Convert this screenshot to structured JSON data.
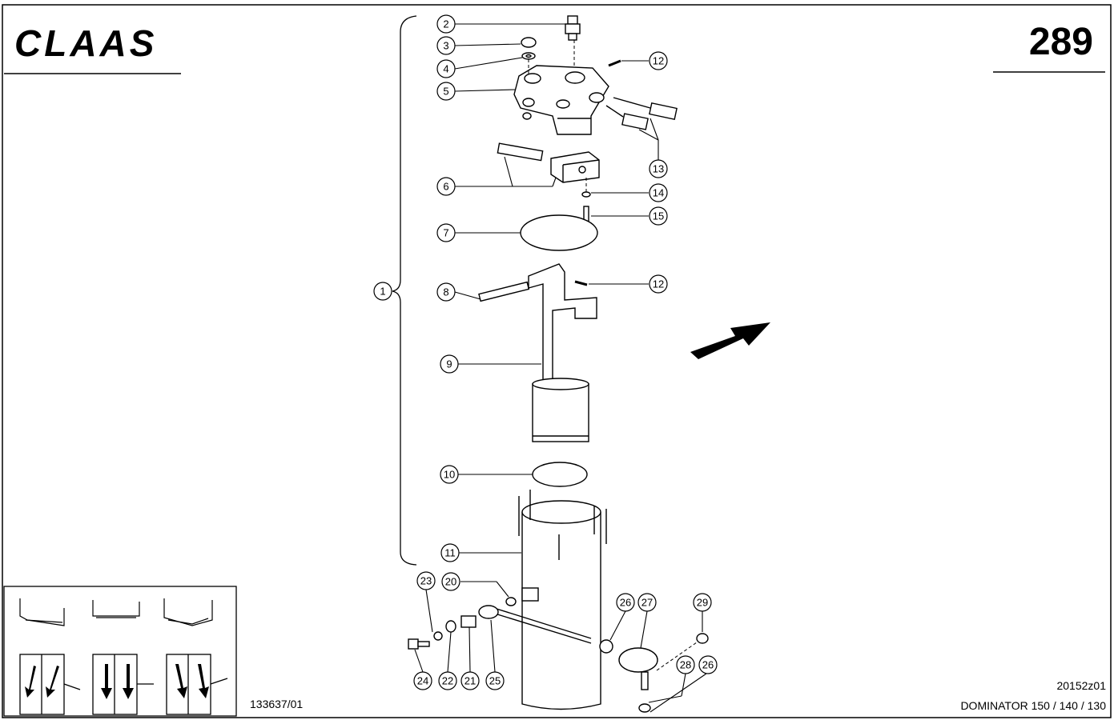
{
  "header": {
    "brand": "CLAAS",
    "page_number": "289"
  },
  "footer": {
    "drawing_number": "133637/01",
    "figure_code": "20152z01",
    "model": "DOMINATOR 150 / 140 / 130"
  },
  "callouts": [
    "1",
    "2",
    "3",
    "4",
    "5",
    "6",
    "7",
    "8",
    "9",
    "10",
    "11",
    "12",
    "12",
    "13",
    "14",
    "15",
    "20",
    "21",
    "22",
    "23",
    "24",
    "25",
    "26",
    "26",
    "27",
    "28",
    "29"
  ]
}
